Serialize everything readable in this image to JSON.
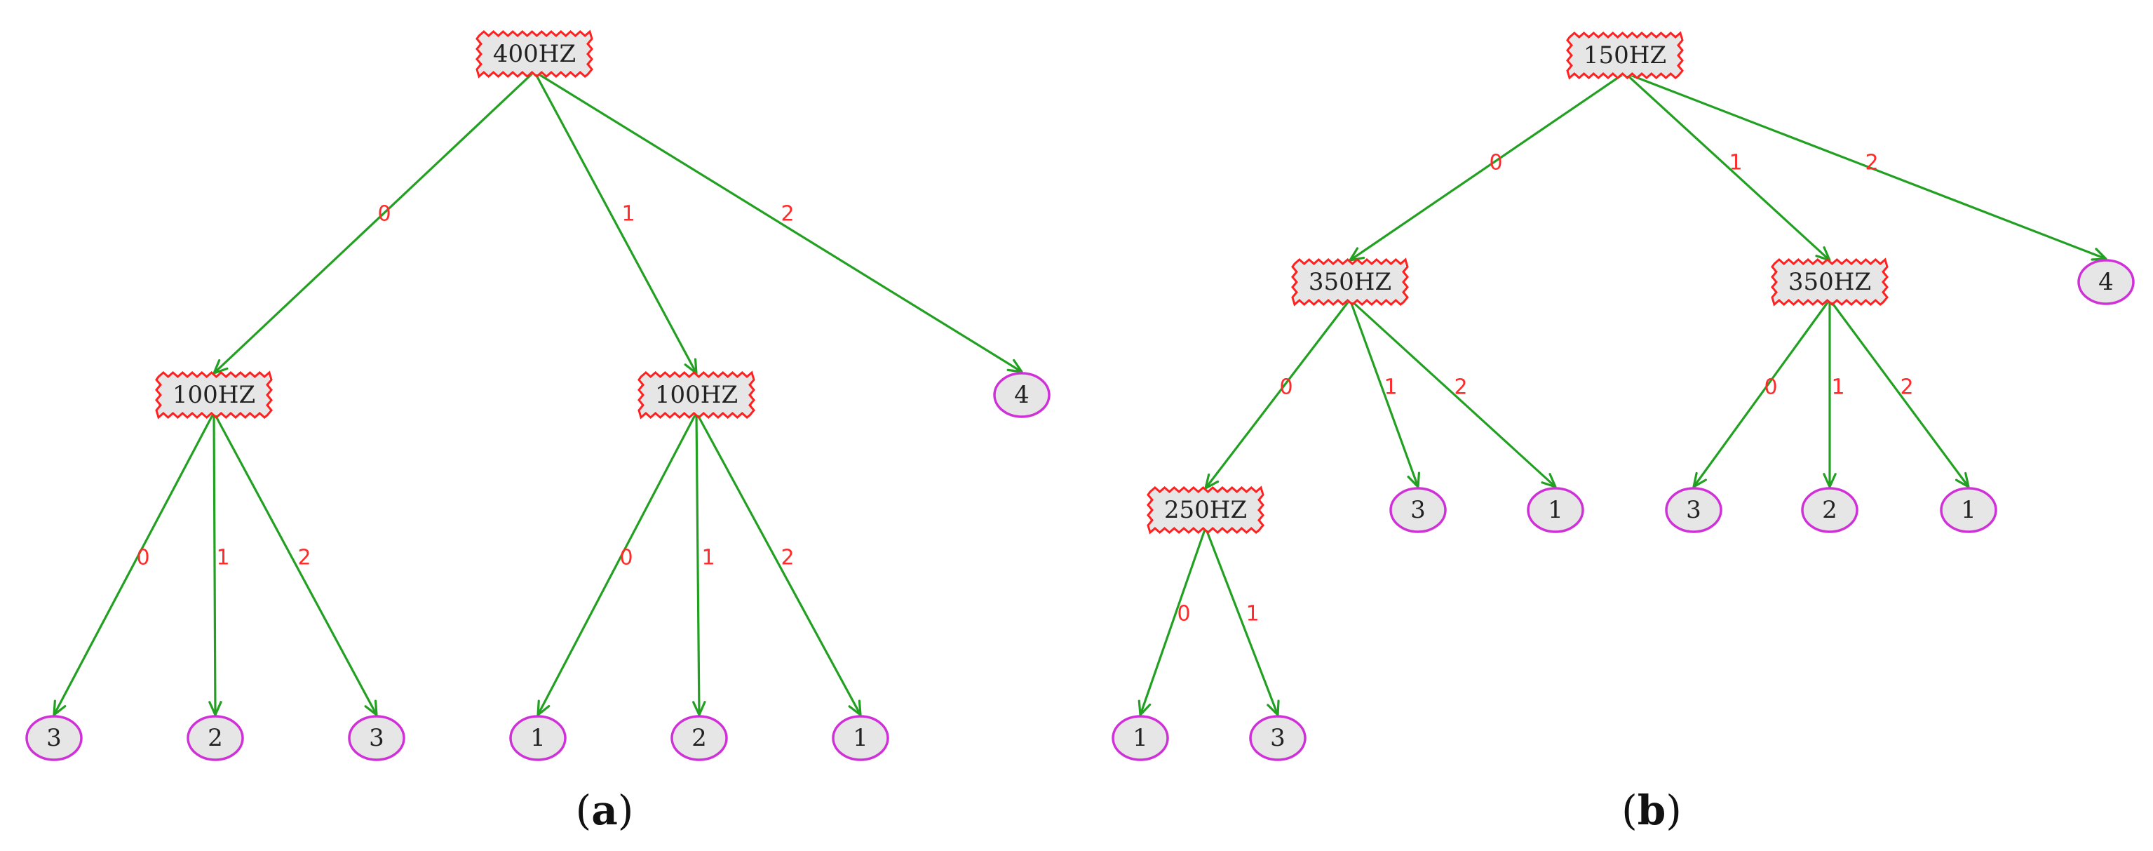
{
  "colors": {
    "edge": "#22a022",
    "edge_label": "#ff2a2a",
    "leaf_border": "#d030d8",
    "split_border": "#ff2020",
    "node_fill": "#e6e6e6"
  },
  "panels": [
    {
      "id": "a",
      "caption_letter": "a",
      "nodes": [
        {
          "id": "a_root",
          "kind": "split",
          "label": "400HZ"
        },
        {
          "id": "a_n1",
          "kind": "split",
          "label": "100HZ"
        },
        {
          "id": "a_n2",
          "kind": "split",
          "label": "100HZ"
        },
        {
          "id": "a_l4",
          "kind": "leaf",
          "label": "4"
        },
        {
          "id": "a_l1",
          "kind": "leaf",
          "label": "3"
        },
        {
          "id": "a_l2",
          "kind": "leaf",
          "label": "2"
        },
        {
          "id": "a_l3",
          "kind": "leaf",
          "label": "3"
        },
        {
          "id": "a_l5",
          "kind": "leaf",
          "label": "1"
        },
        {
          "id": "a_l6",
          "kind": "leaf",
          "label": "2"
        },
        {
          "id": "a_l7",
          "kind": "leaf",
          "label": "1"
        }
      ],
      "edges": [
        {
          "from": "a_root",
          "to": "a_n1",
          "label": "0"
        },
        {
          "from": "a_root",
          "to": "a_n2",
          "label": "1"
        },
        {
          "from": "a_root",
          "to": "a_l4",
          "label": "2"
        },
        {
          "from": "a_n1",
          "to": "a_l1",
          "label": "0"
        },
        {
          "from": "a_n1",
          "to": "a_l2",
          "label": "1"
        },
        {
          "from": "a_n1",
          "to": "a_l3",
          "label": "2"
        },
        {
          "from": "a_n2",
          "to": "a_l5",
          "label": "0"
        },
        {
          "from": "a_n2",
          "to": "a_l6",
          "label": "1"
        },
        {
          "from": "a_n2",
          "to": "a_l7",
          "label": "2"
        }
      ]
    },
    {
      "id": "b",
      "caption_letter": "b",
      "nodes": [
        {
          "id": "b_root",
          "kind": "split",
          "label": "150HZ"
        },
        {
          "id": "b_n1",
          "kind": "split",
          "label": "350HZ"
        },
        {
          "id": "b_n2",
          "kind": "split",
          "label": "350HZ"
        },
        {
          "id": "b_l4",
          "kind": "leaf",
          "label": "4"
        },
        {
          "id": "b_n3",
          "kind": "split",
          "label": "250HZ"
        },
        {
          "id": "b_l1",
          "kind": "leaf",
          "label": "3"
        },
        {
          "id": "b_l2",
          "kind": "leaf",
          "label": "1"
        },
        {
          "id": "b_l3",
          "kind": "leaf",
          "label": "3"
        },
        {
          "id": "b_l5",
          "kind": "leaf",
          "label": "2"
        },
        {
          "id": "b_l6",
          "kind": "leaf",
          "label": "1"
        },
        {
          "id": "b_l7",
          "kind": "leaf",
          "label": "1"
        },
        {
          "id": "b_l8",
          "kind": "leaf",
          "label": "3"
        }
      ],
      "edges": [
        {
          "from": "b_root",
          "to": "b_n1",
          "label": "0"
        },
        {
          "from": "b_root",
          "to": "b_n2",
          "label": "1"
        },
        {
          "from": "b_root",
          "to": "b_l4",
          "label": "2"
        },
        {
          "from": "b_n1",
          "to": "b_n3",
          "label": "0"
        },
        {
          "from": "b_n1",
          "to": "b_l1",
          "label": "1"
        },
        {
          "from": "b_n1",
          "to": "b_l2",
          "label": "2"
        },
        {
          "from": "b_n2",
          "to": "b_l3",
          "label": "0"
        },
        {
          "from": "b_n2",
          "to": "b_l5",
          "label": "1"
        },
        {
          "from": "b_n2",
          "to": "b_l6",
          "label": "2"
        },
        {
          "from": "b_n3",
          "to": "b_l7",
          "label": "0"
        },
        {
          "from": "b_n3",
          "to": "b_l8",
          "label": "1"
        }
      ]
    }
  ]
}
